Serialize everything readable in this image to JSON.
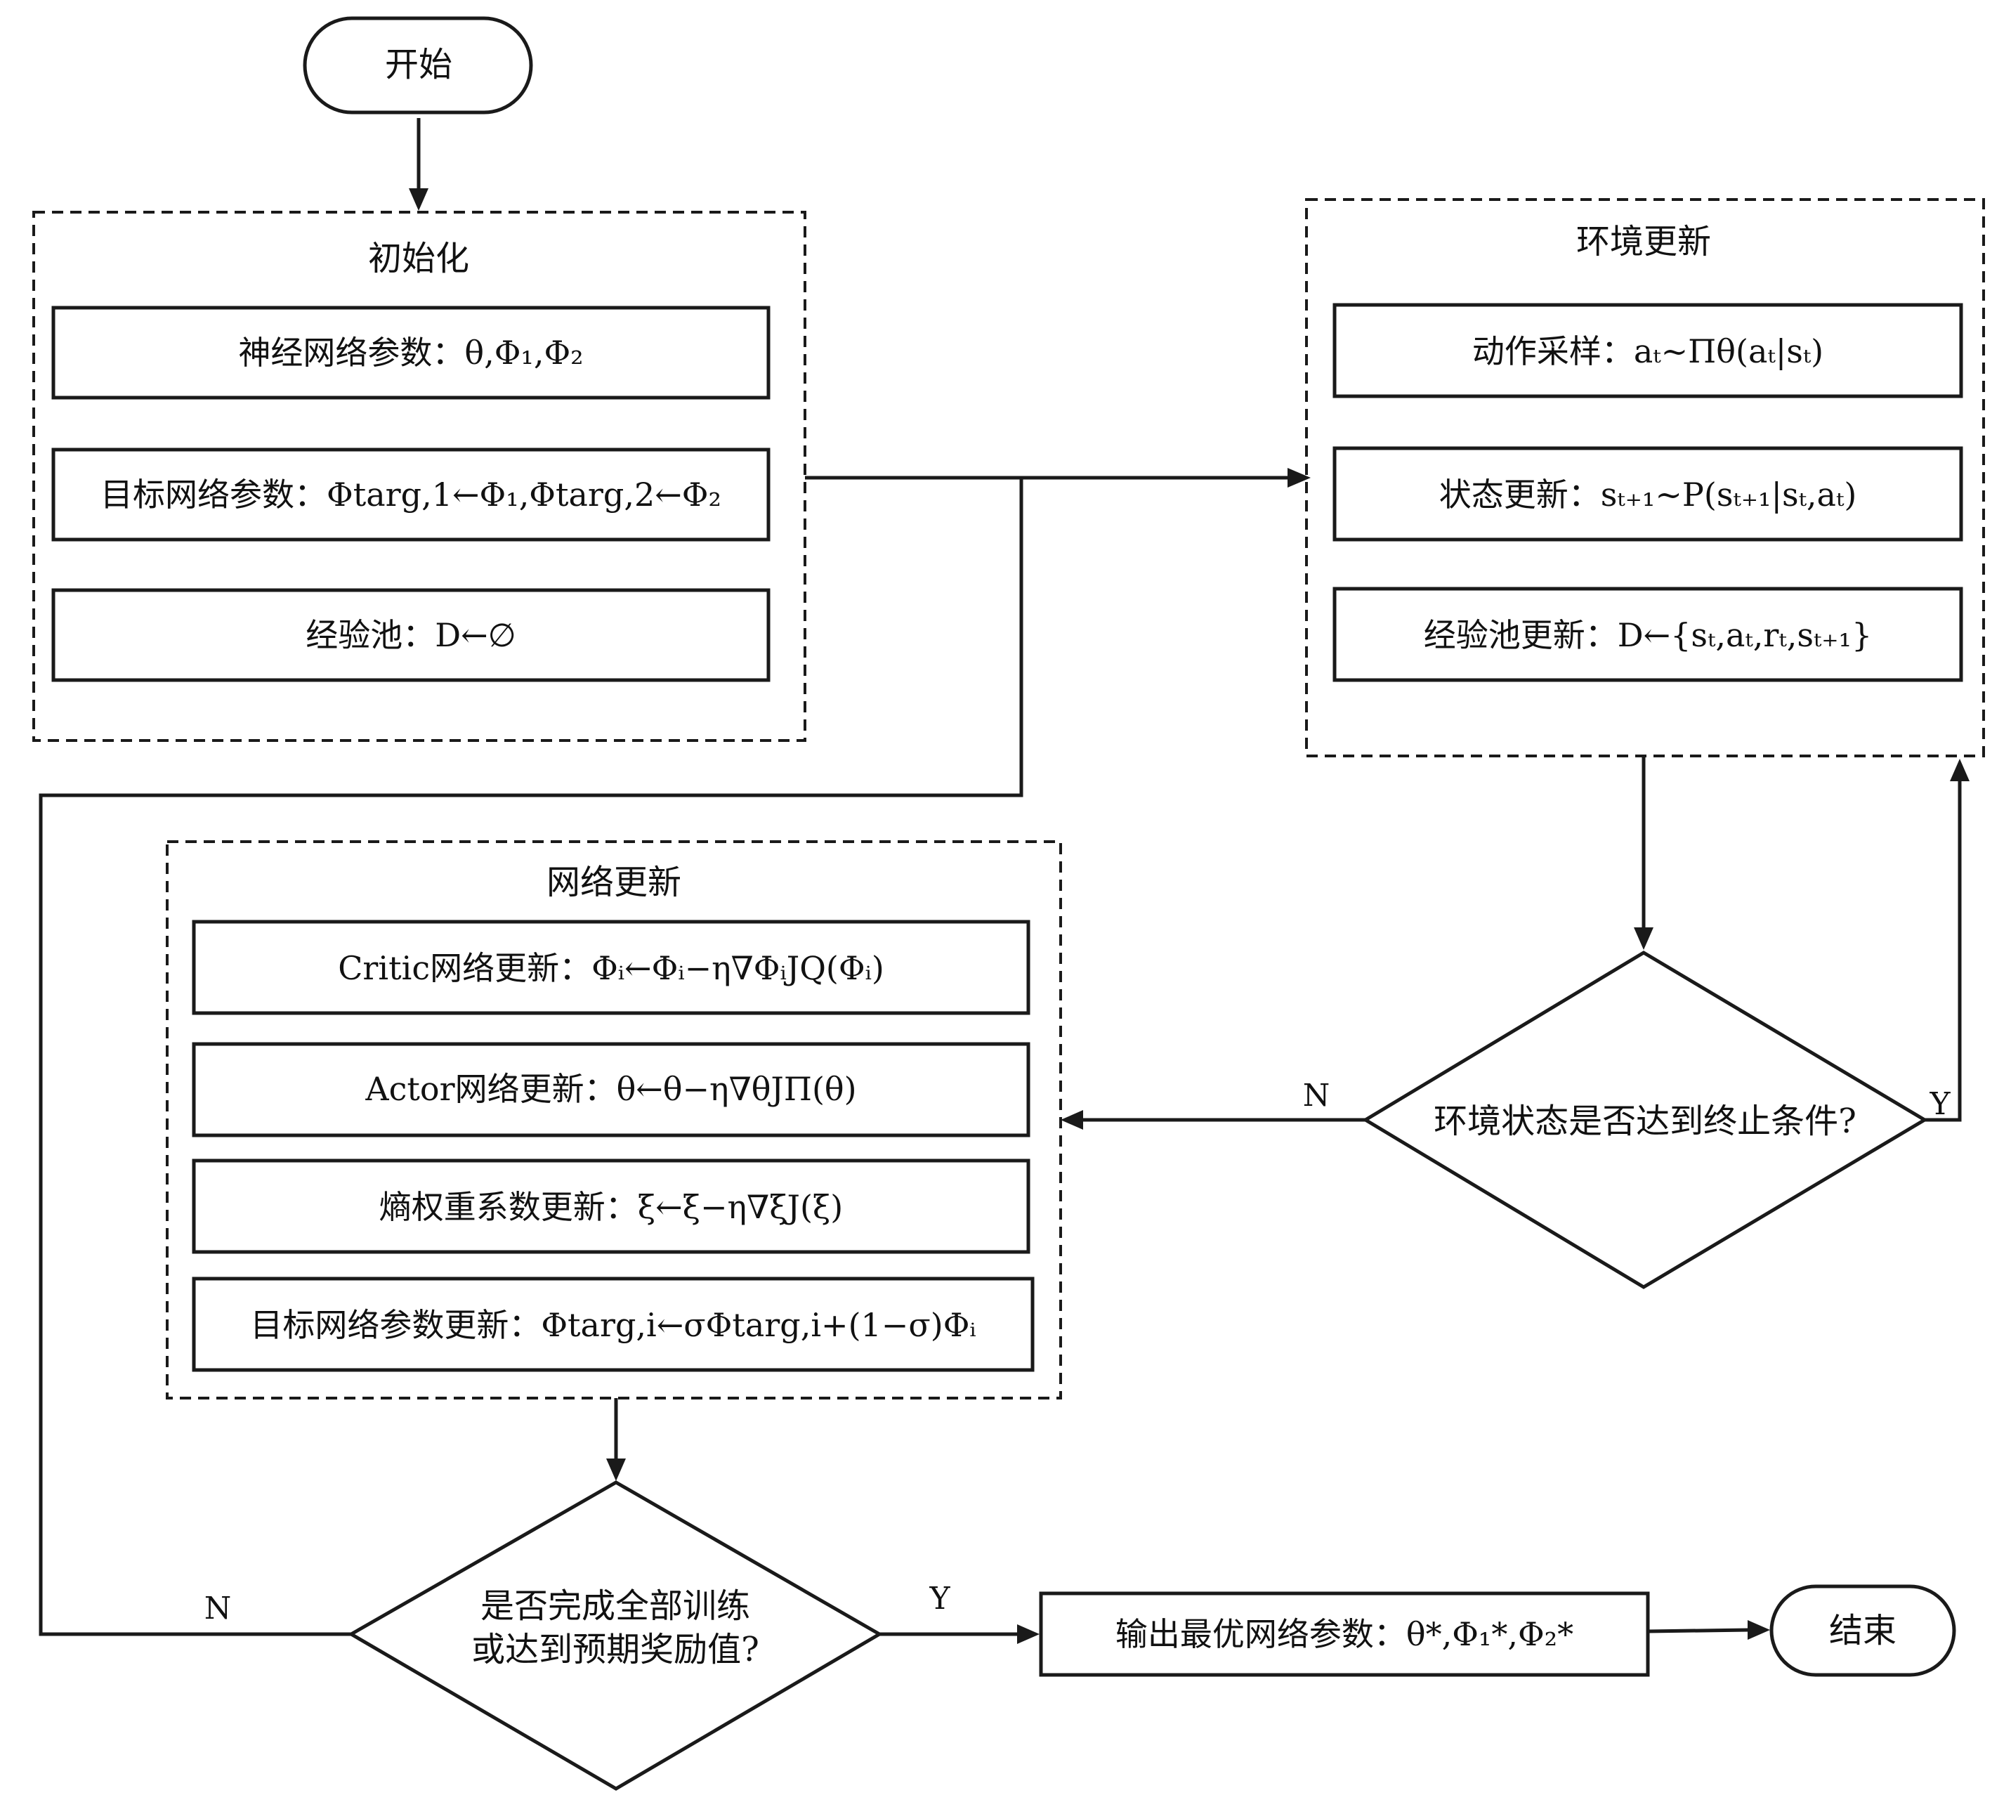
{
  "start": "开始",
  "end": "结束",
  "init": {
    "title": "初始化",
    "items": [
      "神经网络参数：θ,Φ₁,Φ₂",
      "目标网络参数：Φtarg,1←Φ₁,Φtarg,2←Φ₂",
      "经验池：D←∅"
    ]
  },
  "env": {
    "title": "环境更新",
    "items": [
      "动作采样：aₜ~Πθ(aₜ|sₜ)",
      "状态更新：sₜ₊₁~P(sₜ₊₁|sₜ,aₜ)",
      "经验池更新：D←{sₜ,aₜ,rₜ,sₜ₊₁}"
    ]
  },
  "net": {
    "title": "网络更新",
    "items": [
      "Critic网络更新：Φᵢ←Φᵢ−η∇ΦᵢJQ(Φᵢ)",
      "Actor网络更新：θ←θ−η∇θJΠ(θ)",
      "熵权重系数更新：ξ←ξ−η∇ξJ(ξ)",
      "目标网络参数更新：Φtarg,i←σΦtarg,i+(1−σ)Φᵢ"
    ]
  },
  "decision_env": "环境状态是否达到终止条件?",
  "decision_train": [
    "是否完成全部训练",
    "或达到预期奖励值?"
  ],
  "output": "输出最优网络参数：θ*,Φ₁*,Φ₂*",
  "labels": {
    "n_env": "N",
    "y_env": "Y",
    "n_train": "N",
    "y_train": "Y"
  }
}
